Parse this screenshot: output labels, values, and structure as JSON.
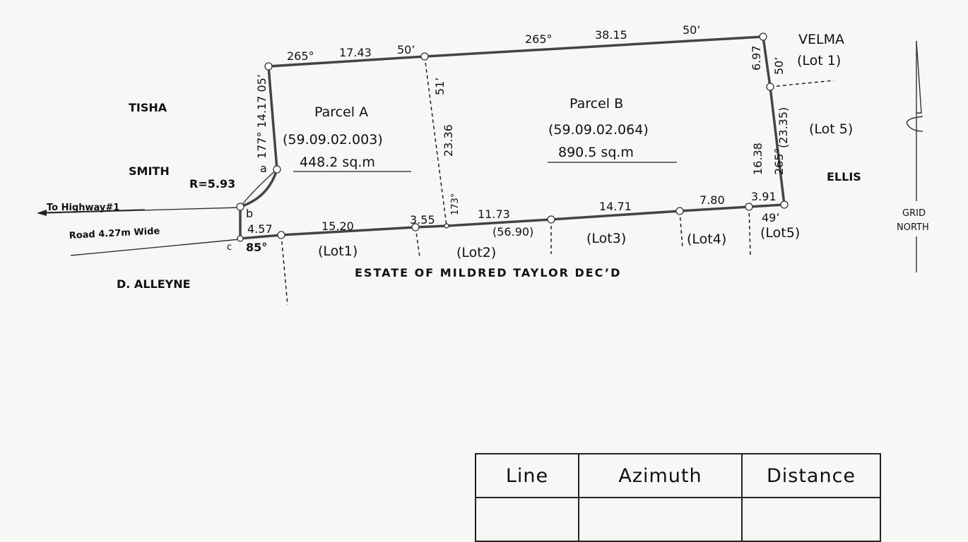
{
  "plan": {
    "parcel_a": {
      "name": "Parcel A",
      "id": "(59.09.02.003)",
      "area": "448.2 sq.m"
    },
    "parcel_b": {
      "name": "Parcel B",
      "id": "(59.09.02.064)",
      "area": "890.5 sq.m"
    },
    "neighbors": {
      "tisha": "TISHA",
      "smith": "SMITH",
      "velma": "VELMA",
      "lot1_top": "(Lot 1)",
      "lot5_side": "(Lot 5)",
      "ellis": "ELLIS",
      "alleyne": "D. ALLEYNE",
      "estate": "ESTATE OF MILDRED TAYLOR DEC’D"
    },
    "road": {
      "to_highway": "To Highway#1",
      "road_width": "Road 4.27m Wide"
    },
    "curve": {
      "radius": "R=5.93",
      "point_a": "a",
      "point_b": "b",
      "point_c": "c"
    },
    "bottom_lots": [
      "(Lot1)",
      "(Lot2)",
      "(Lot3)",
      "(Lot4)",
      "(Lot5)"
    ],
    "dims": {
      "top_a_bearing": "265°",
      "top_a_dist": "17.43",
      "top_a_min": "50’",
      "top_b_bearing": "265°",
      "top_b_dist": "38.15",
      "top_b_min": "50’",
      "left_bearing": "177° 14.17 05’",
      "mid_min": "51’",
      "mid_dist": "23.36",
      "mid_bearing": "173°",
      "right_top_dist": "6.97",
      "right_top_min": "50’",
      "right_total": "(23.35)",
      "right_bottom_dist": "16.38",
      "right_bottom_bearing": "265°",
      "bottom_total": "(56.90)",
      "b1": "4.57",
      "b_c_angle": "85°",
      "b2": "15.20",
      "b3": "3.55",
      "b4": "11.73",
      "b5": "14.71",
      "b6": "7.80",
      "b7": "3.91",
      "b7_min": "49’"
    },
    "north": {
      "line1": "GRID",
      "line2": "NORTH"
    }
  },
  "table": {
    "headers": [
      "Line",
      "Azimuth",
      "Distance"
    ]
  }
}
